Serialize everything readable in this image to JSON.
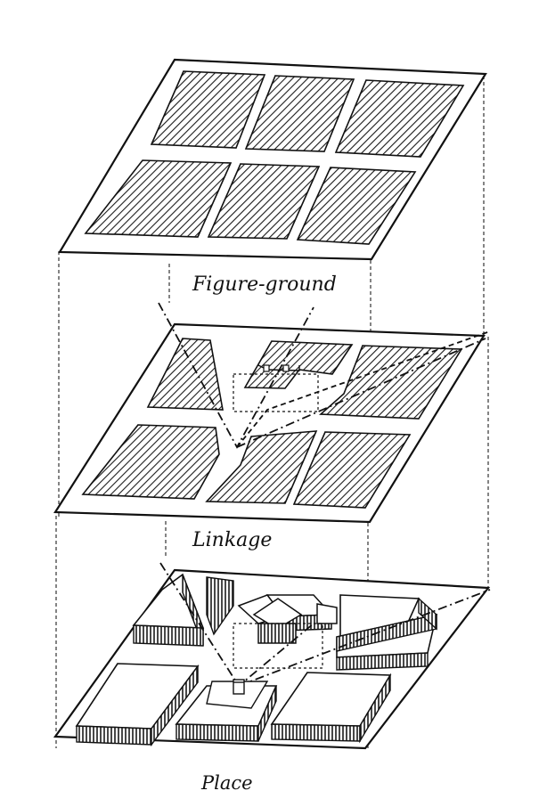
{
  "labels": {
    "figure_ground": "Figure-ground",
    "linkage": "Linkage",
    "place": "Place"
  },
  "colors": {
    "ink": "#111111",
    "paper": "#ffffff",
    "hatch": "#1a1a1a"
  }
}
